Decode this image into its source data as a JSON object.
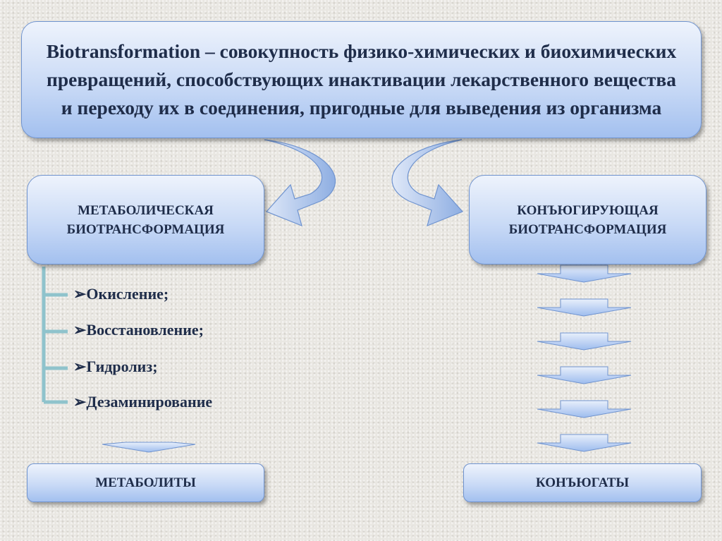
{
  "definition": "Biotransformation – совокупность физико-химических и биохимических превращений, способствующих инактивации лекарственного вещества и переходу их в соединения, пригодные для выведения из организма",
  "left_box": "МЕТАБОЛИЧЕСКАЯ БИОТРАНСФОРМАЦИЯ",
  "right_box": "КОНЪЮГИРУЮЩАЯ БИОТРАНСФОРМАЦИЯ",
  "items": [
    "➢Окисление;",
    "➢Восстановление;",
    "➢Гидролиз;",
    "➢Дезаминирование"
  ],
  "left_result": "МЕТАБОЛИТЫ",
  "right_result": "КОНЪЮГАТЫ",
  "colors": {
    "text": "#1f2d4a",
    "box_border": "#6f93cf",
    "bracket": "#8fc3cc"
  }
}
